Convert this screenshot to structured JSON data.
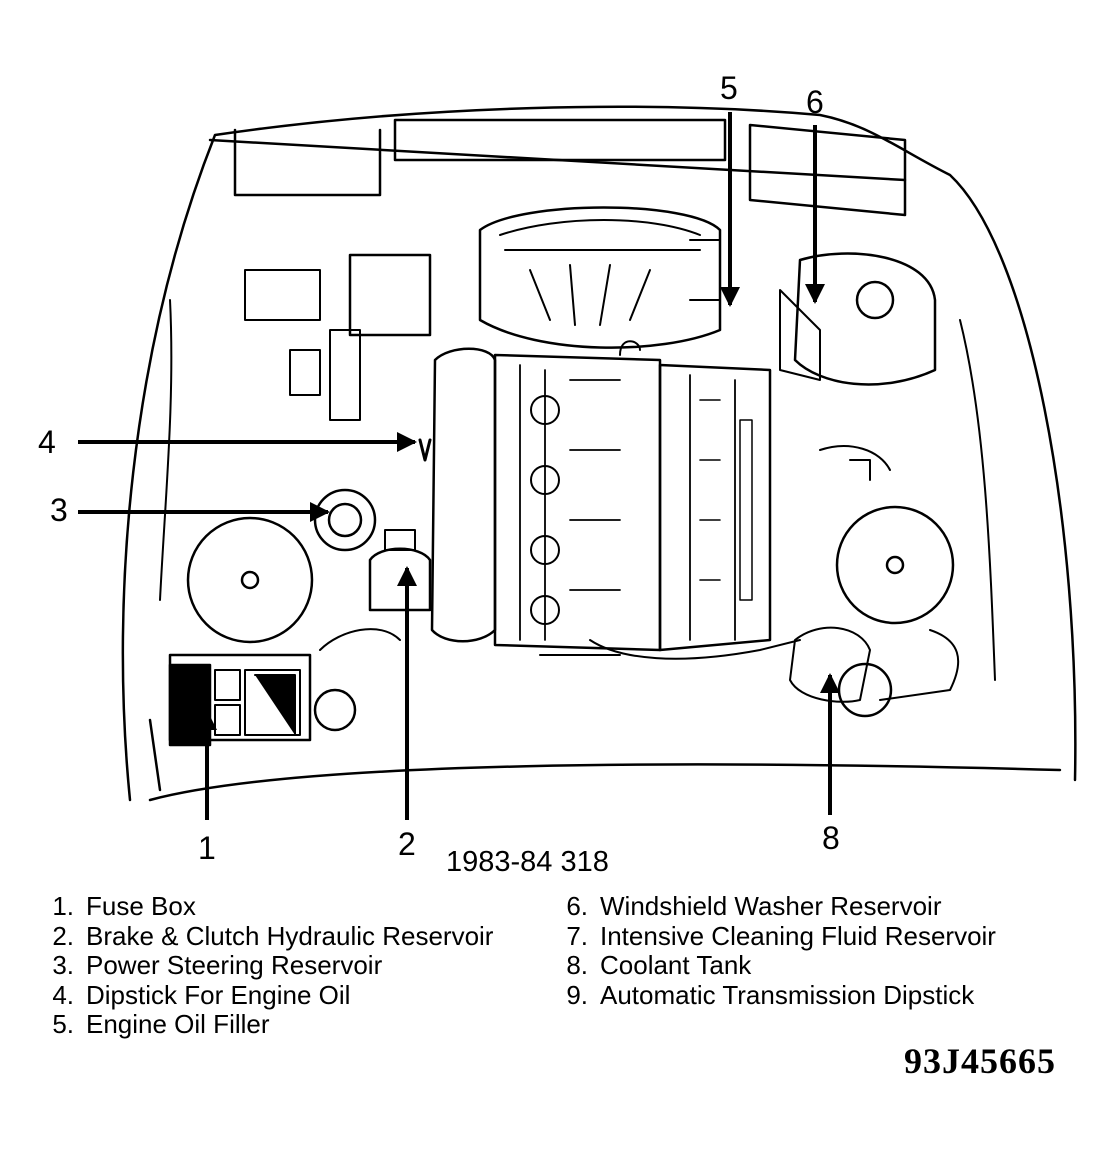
{
  "callouts": [
    {
      "id": 1,
      "label": "1"
    },
    {
      "id": 2,
      "label": "2"
    },
    {
      "id": 3,
      "label": "3"
    },
    {
      "id": 4,
      "label": "4"
    },
    {
      "id": 5,
      "label": "5"
    },
    {
      "id": 6,
      "label": "6"
    },
    {
      "id": 8,
      "label": "8"
    }
  ],
  "subtitle": "1983-84 318",
  "legend_left": [
    {
      "num": "1.",
      "text": "Fuse Box"
    },
    {
      "num": "2.",
      "text": "Brake & Clutch Hydraulic Reservoir"
    },
    {
      "num": "3.",
      "text": "Power Steering Reservoir"
    },
    {
      "num": "4.",
      "text": "Dipstick For Engine Oil"
    },
    {
      "num": "5.",
      "text": "Engine Oil Filler"
    }
  ],
  "legend_right": [
    {
      "num": "6.",
      "text": "Windshield Washer Reservoir"
    },
    {
      "num": "7.",
      "text": "Intensive Cleaning Fluid Reservoir"
    },
    {
      "num": "8.",
      "text": "Coolant Tank"
    },
    {
      "num": "9.",
      "text": "Automatic Transmission Dipstick"
    }
  ],
  "figure_code": "93J45665"
}
